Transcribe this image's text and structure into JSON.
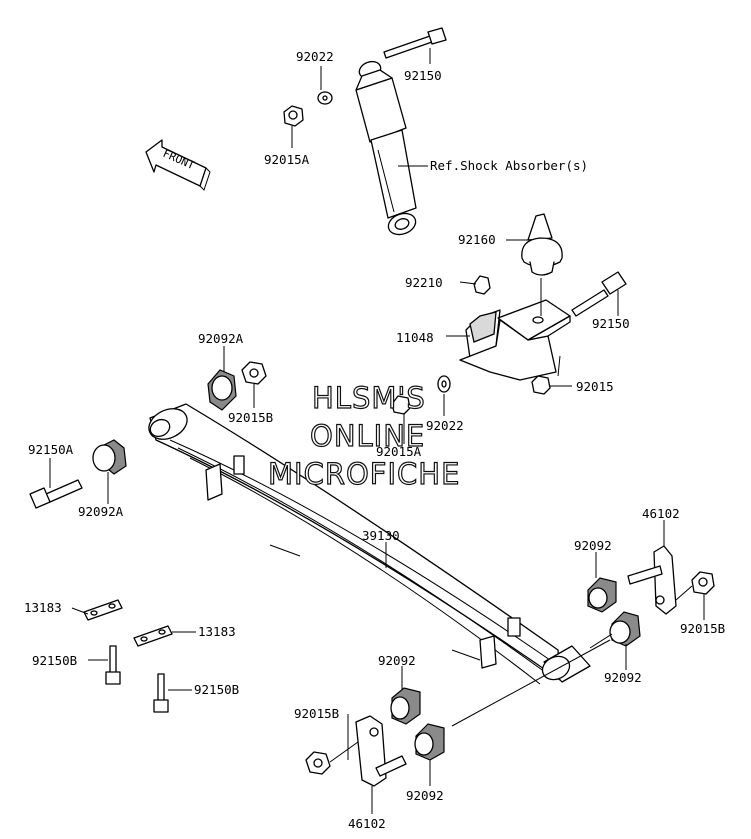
{
  "watermark": {
    "line1": "HLSM'S",
    "line2": "ONLINE",
    "line3": "MICROFICHE"
  },
  "front_arrow": {
    "label": "FRONT"
  },
  "parts": {
    "p92022_top": "92022",
    "p92150_top": "92150",
    "p92015A_top": "92015A",
    "ref_shock": "Ref.Shock Absorber(s)",
    "p92160": "92160",
    "p92210": "92210",
    "p92150_mid": "92150",
    "p11048": "11048",
    "p92015": "92015",
    "p92022_mid": "92022",
    "p92015A_mid": "92015A",
    "p92092A_top": "92092A",
    "p92015B_top": "92015B",
    "p92150A": "92150A",
    "p92092A_left": "92092A",
    "p39130": "39130",
    "p46102_right": "46102",
    "p92092_r1": "92092",
    "p92015B_right": "92015B",
    "p92092_r2": "92092",
    "p13183_left": "13183",
    "p13183_mid": "13183",
    "p92150B_left": "92150B",
    "p92150B_mid": "92150B",
    "p92092_mid": "92092",
    "p92015B_bottom": "92015B",
    "p92092_bottom": "92092",
    "p46102_bottom": "46102"
  }
}
